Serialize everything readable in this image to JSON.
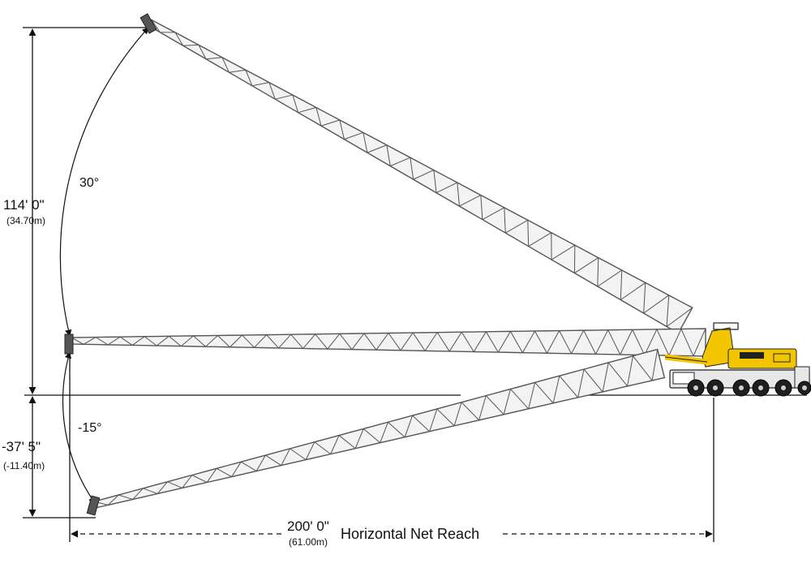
{
  "diagram": {
    "height_up": {
      "imperial": "114' 0\"",
      "metric": "(34.70m)"
    },
    "height_down": {
      "imperial": "-37' 5\"",
      "metric": "(-11.40m)"
    },
    "angle_up": "30°",
    "angle_down": "-15°",
    "reach": {
      "imperial": "200' 0\"",
      "metric": "(61.00m)",
      "label": "Horizontal Net Reach"
    }
  },
  "colors": {
    "lattice": "#555555",
    "lattice_fill": "#f3f3f3",
    "crane_yellow": "#f2c500",
    "crane_dark": "#222222",
    "dimension": "#111111"
  }
}
